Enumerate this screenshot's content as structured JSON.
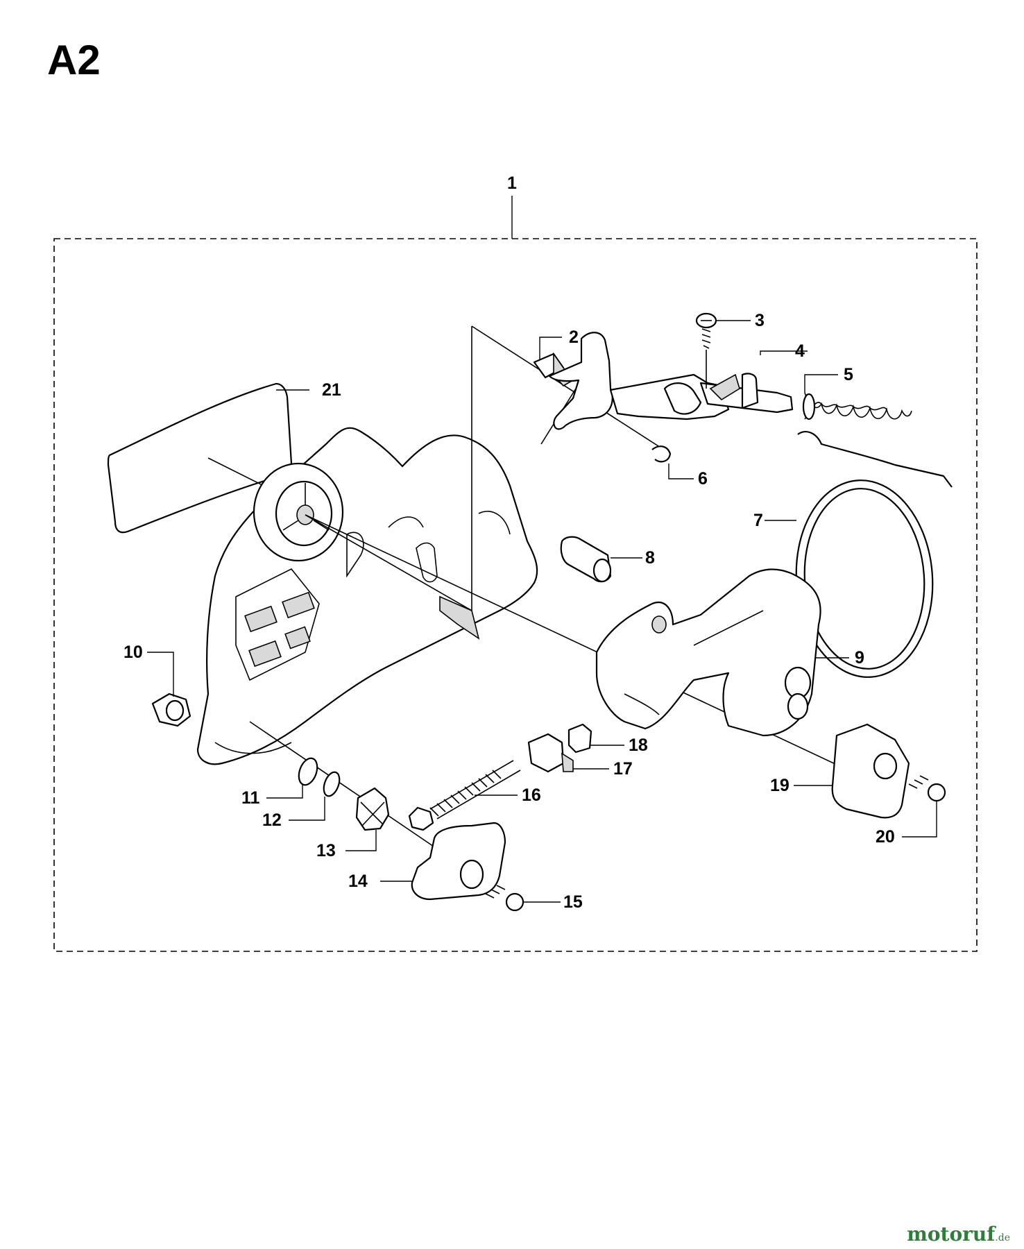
{
  "page": {
    "title": "A2"
  },
  "callouts": [
    {
      "id": "1",
      "label": "1"
    },
    {
      "id": "2",
      "label": "2"
    },
    {
      "id": "3",
      "label": "3"
    },
    {
      "id": "4",
      "label": "4"
    },
    {
      "id": "5",
      "label": "5"
    },
    {
      "id": "6",
      "label": "6"
    },
    {
      "id": "7",
      "label": "7"
    },
    {
      "id": "8",
      "label": "8"
    },
    {
      "id": "9",
      "label": "9"
    },
    {
      "id": "10",
      "label": "10"
    },
    {
      "id": "11",
      "label": "11"
    },
    {
      "id": "12",
      "label": "12"
    },
    {
      "id": "13",
      "label": "13"
    },
    {
      "id": "14",
      "label": "14"
    },
    {
      "id": "15",
      "label": "15"
    },
    {
      "id": "16",
      "label": "16"
    },
    {
      "id": "17",
      "label": "17"
    },
    {
      "id": "18",
      "label": "18"
    },
    {
      "id": "19",
      "label": "19"
    },
    {
      "id": "20",
      "label": "20"
    },
    {
      "id": "21",
      "label": "21"
    }
  ],
  "watermark": {
    "main": "motoruf",
    "sub": ".de"
  }
}
